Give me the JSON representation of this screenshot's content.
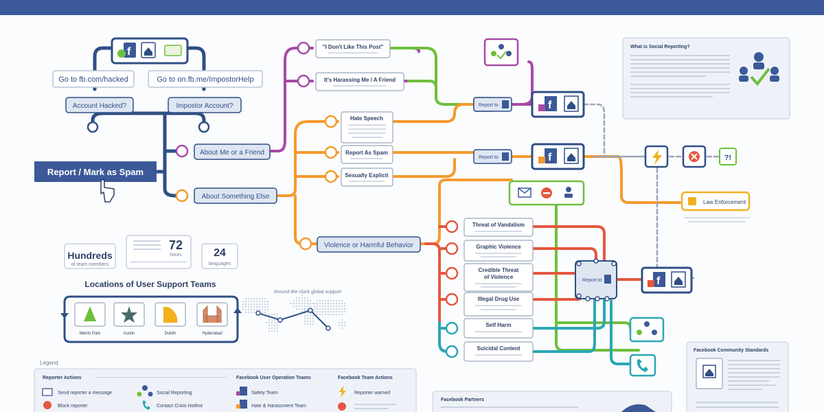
{
  "colors": {
    "header": "#3b5998",
    "navy": "#2f4f85",
    "purple": "#a64aa7",
    "green": "#6fbf3c",
    "orange": "#f59a2e",
    "red": "#e5573f",
    "teal": "#2aa7b5",
    "gray": "#9aa6bb",
    "gold": "#f2b01e"
  },
  "main_button": "Report / Mark as Spam",
  "account": {
    "hacked_link": "Go to fb.com/hacked",
    "impostor_link": "Go to on.fb.me/ImpostorHelp",
    "hacked_label": "Account Hacked?",
    "impostor_label": "Impostor Account?"
  },
  "branches": {
    "me_or_friend": "About Me or a Friend",
    "something_else": "About Something Else",
    "violence": "Violence or Harmful Behavior"
  },
  "cards": {
    "dont_like": "\"I Don't Like This Post\"",
    "harassing": "It's Harassing Me / A Friend",
    "hate_speech": "Hate Speech",
    "report_spam": "Report As Spam",
    "sexually_explicit": "Sexually Explicit",
    "vandalism": "Threat of Vandalism",
    "graphic_violence": "Graphic Violence",
    "credible_threat_1": "Credible Threat",
    "credible_threat_2": "of Violence",
    "illegal_drug": "Illegal Drug Use",
    "self_harm": "Self Harm",
    "suicidal": "Suicidal Content"
  },
  "report_to": "Report to",
  "law_enforcement": "Law Enforcement",
  "what_is": {
    "title": "What is Social Reporting?"
  },
  "stats": {
    "hundreds_big": "Hundreds",
    "hundreds_small": "of team members",
    "hours_big": "72",
    "hours_small": "hours",
    "languages_big": "24",
    "languages_small": "languages"
  },
  "locations": {
    "title": "Locations of User Support Teams",
    "places": [
      "Menlo Park",
      "Austin",
      "Dublin",
      "Hyderabad"
    ]
  },
  "map_title": "Around the clock global support",
  "legend": {
    "title": "Legend",
    "reporter_title": "Reporter Actions",
    "reporter_items": [
      "Send reporter a message",
      "Block reporter",
      "Social Reporting",
      "Contact Crisis Hotline"
    ],
    "ops_title": "Facebook User Operation Teams",
    "ops_items": [
      "Safety Team",
      "Hate & Harassment Team"
    ],
    "actions_title": "Facebook Team Actions",
    "actions_items": [
      "Reporter warned"
    ]
  },
  "partners_title": "Facebook Partners",
  "community_title": "Facebook Community Standards"
}
